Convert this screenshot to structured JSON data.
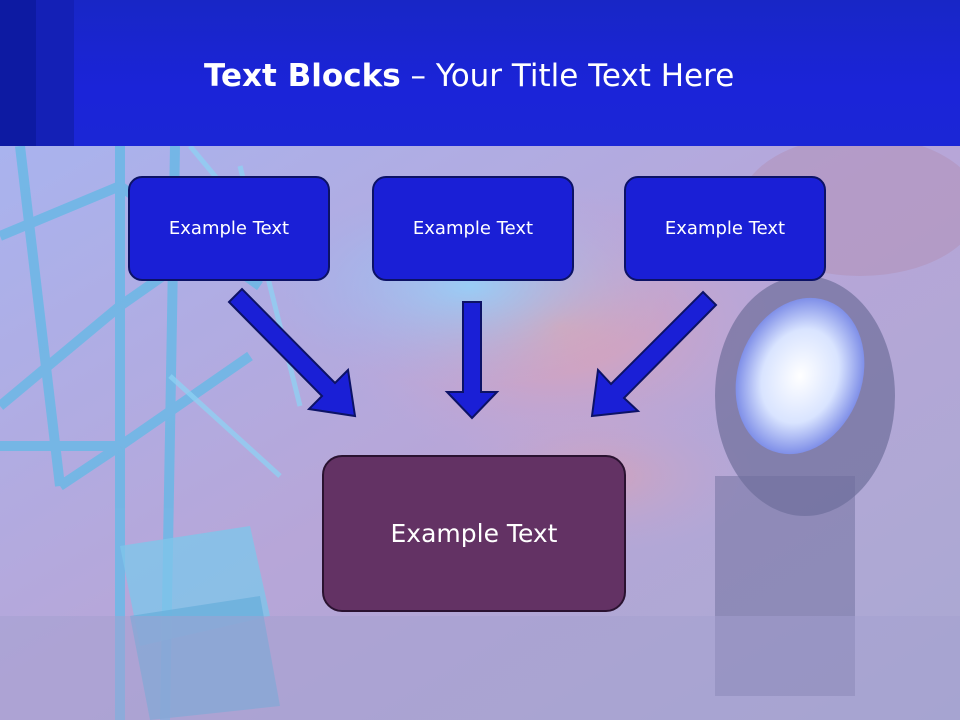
{
  "title": {
    "bold": "Text Blocks",
    "separator": " – ",
    "rest": "Your Title Text Here"
  },
  "boxes": {
    "left": "Example Text",
    "middle": "Example Text",
    "right": "Example Text",
    "main": "Example Text"
  },
  "colors": {
    "header": "#1b24d8",
    "small_box_fill": "#1a1fd6",
    "main_box_fill": "#633264",
    "arrow": "#1a1fd6"
  }
}
